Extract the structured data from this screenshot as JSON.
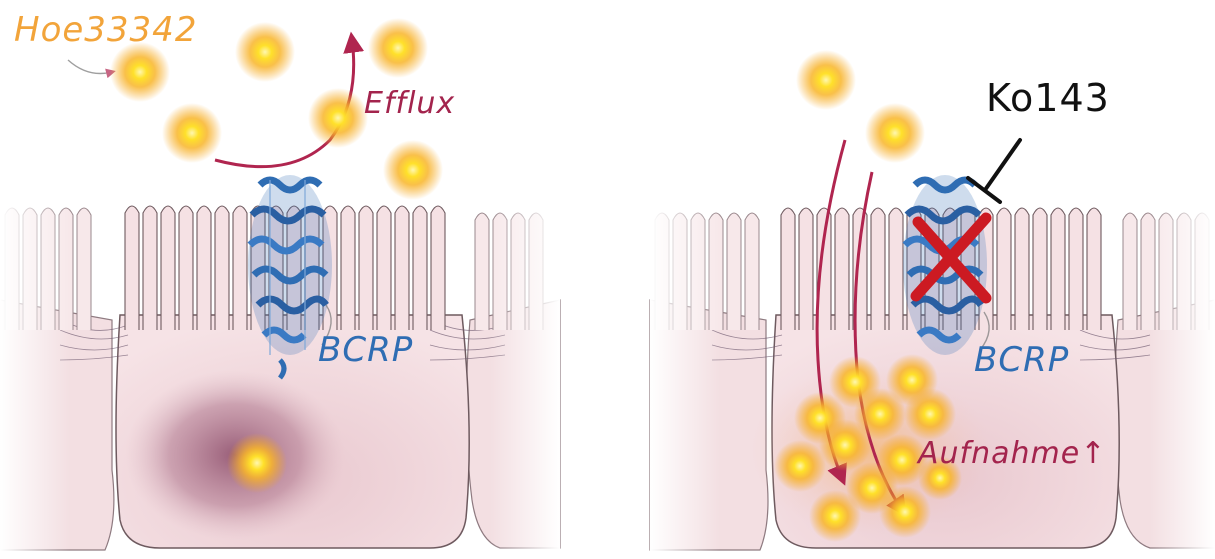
{
  "labels": {
    "hoechst": "Hoe33342",
    "efflux": "Efflux",
    "bcrp_left": "BCRP",
    "bcrp_right": "BCRP",
    "inhibitor": "Ko143",
    "uptake": "Aufnahme↑"
  },
  "colors": {
    "dye_glow": "#ffd21a",
    "dye_halo": "#f5a623",
    "arrow": "#b0254f",
    "protein": "#2f6db3",
    "cell_fill": "#f2d7db",
    "cell_outline": "#6e5a5f",
    "cytoplasm_dark": "#9b5f78",
    "block_x": "#cc1a22"
  },
  "icons": {
    "dye": "glowing-dye-particle-icon",
    "protein": "bcrp-transporter-icon",
    "block": "inhibition-x-icon"
  }
}
